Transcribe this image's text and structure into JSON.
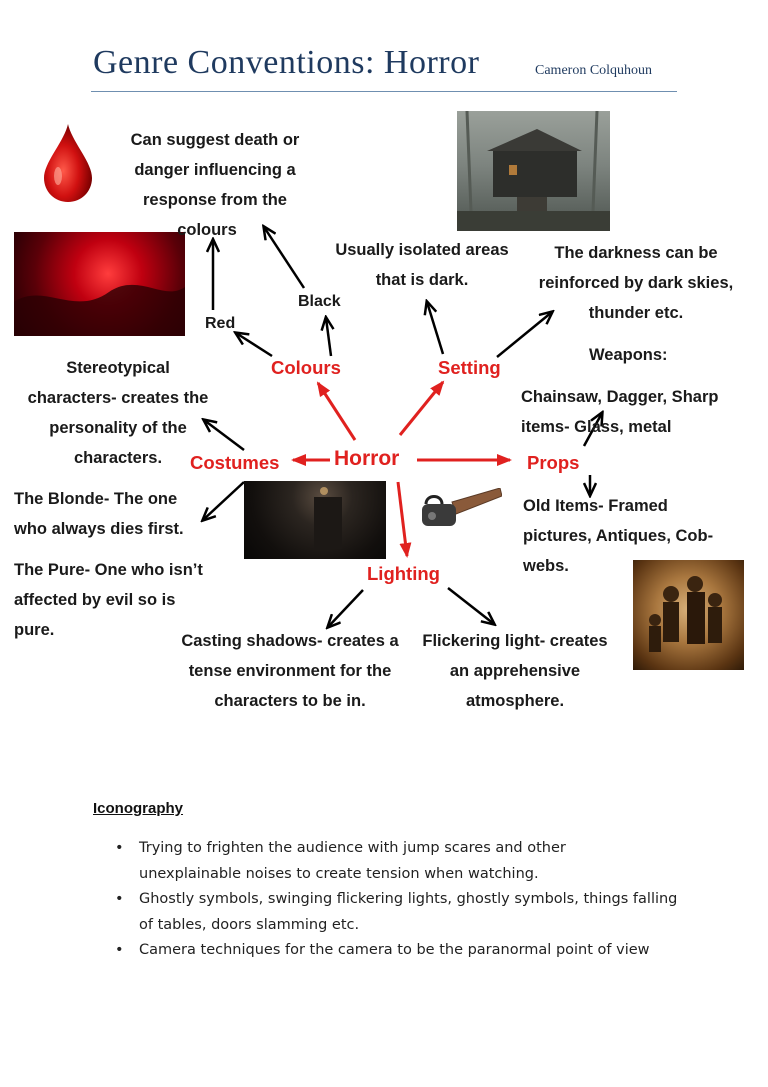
{
  "header": {
    "title": "Genre Conventions: Horror",
    "author": "Cameron Colquhoun"
  },
  "mindmap": {
    "center": "Horror",
    "nodes": {
      "colours": "Colours",
      "setting": "Setting",
      "costumes": "Costumes",
      "props": "Props",
      "lighting": "Lighting"
    },
    "sub_labels": {
      "red": "Red",
      "black": "Black"
    },
    "notes": {
      "colours_line1": "Can suggest death or",
      "colours_line2": "danger influencing a",
      "colours_line3": "response from the",
      "colours_line4": "colours",
      "setting_isolated_line1": "Usually isolated areas",
      "setting_isolated_line2": "that is dark.",
      "setting_darkness_line1": "The darkness can be",
      "setting_darkness_line2": "reinforced by dark skies,",
      "setting_darkness_line3": "thunder etc.",
      "weapons_heading": "Weapons:",
      "weapons_line1": "Chainsaw, Dagger, Sharp",
      "weapons_line2": "items- Glass, metal",
      "costumes_line1": "Stereotypical",
      "costumes_line2": "characters- creates the",
      "costumes_line3": "personality of the",
      "costumes_line4": "characters.",
      "blonde_line1": "The Blonde- The one",
      "blonde_line2": "who always dies first.",
      "pure_line1": "The Pure- One who isn’t",
      "pure_line2": "affected by evil so is",
      "pure_line3": "pure.",
      "props_line1": "Old Items- Framed",
      "props_line2": "pictures, Antiques, Cob-",
      "props_line3": "webs.",
      "shadows_line1": "Casting shadows- creates a",
      "shadows_line2": "tense environment for the",
      "shadows_line3": "characters to be in.",
      "flicker_line1": "Flickering light- creates",
      "flicker_line2": "an apprehensive",
      "flicker_line3": "atmosphere."
    },
    "images": [
      {
        "name": "blood-drop-image"
      },
      {
        "name": "red-moon-image"
      },
      {
        "name": "foggy-cabin-image"
      },
      {
        "name": "dark-hallway-image"
      },
      {
        "name": "chainsaw-image"
      },
      {
        "name": "old-family-photo-image"
      }
    ]
  },
  "iconography": {
    "heading": "Iconography",
    "bullets": [
      {
        "line1": "Trying to frighten the audience with jump scares and other",
        "line2": "unexplainable noises to create tension when watching."
      },
      {
        "line1": "Ghostly symbols, swinging flickering lights, ghostly symbols, things falling",
        "line2": "of tables, doors slamming etc."
      },
      {
        "line1": "Camera techniques for the camera to be the paranormal point of view",
        "line2": ""
      }
    ],
    "bullet_glyph": "•"
  },
  "colors": {
    "accent_red": "#e0211f",
    "title_blue": "#1f3a5f"
  }
}
